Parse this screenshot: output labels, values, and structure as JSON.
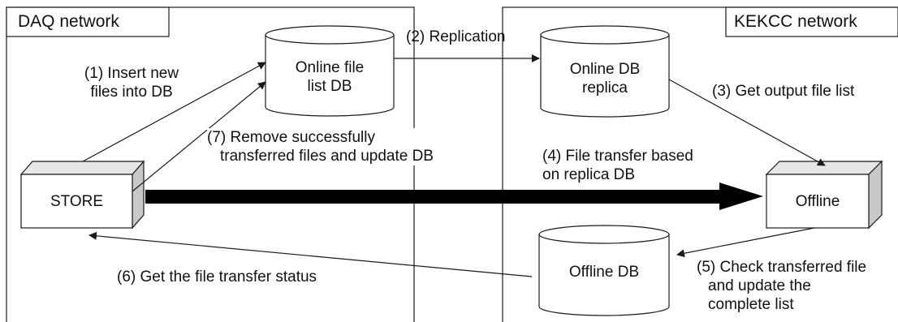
{
  "networks": {
    "daq": {
      "label": "DAQ network"
    },
    "kekcc": {
      "label": "KEKCC network"
    }
  },
  "nodes": {
    "store": {
      "label": "STORE"
    },
    "offline": {
      "label": "Offline"
    },
    "online_file_list_db": {
      "line1": "Online file",
      "line2": "list DB"
    },
    "online_db_replica": {
      "line1": "Online DB",
      "line2": "replica"
    },
    "offline_db": {
      "label": "Offline DB"
    }
  },
  "steps": {
    "s1": {
      "line1": "(1) Insert new",
      "line2": "files into DB"
    },
    "s2": {
      "line1": "(2) Replication"
    },
    "s3": {
      "line1": "(3) Get output file list"
    },
    "s4": {
      "line1": "(4) File transfer based",
      "line2": "on replica DB"
    },
    "s5": {
      "line1": "(5) Check transferred file",
      "line2": "and update the",
      "line3": "complete list"
    },
    "s6": {
      "line1": "(6) Get the file transfer status"
    },
    "s7": {
      "line1": "(7) Remove successfully",
      "line2": "transferred files and update DB"
    }
  },
  "colors": {
    "line": "#1a1a1a",
    "box_side": "#c8c8c8",
    "box_top": "#e6e6e6",
    "background": "#ffffff"
  }
}
